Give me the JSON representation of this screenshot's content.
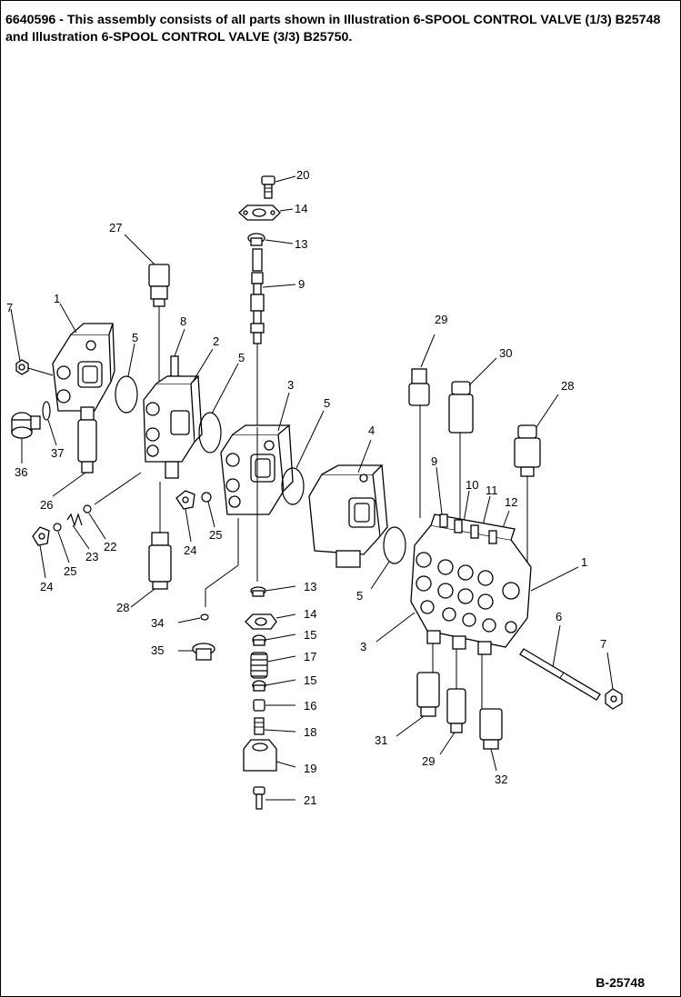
{
  "title": "6640596 - This assembly consists of all parts shown in Illustration 6-SPOOL CONTROL VALVE (1/3) B25748 and Illustration 6-SPOOL CONTROL VALVE (3/3) B25750.",
  "figure_ref": "B-25748",
  "callouts": {
    "c20": "20",
    "c14a": "14",
    "c13a": "13",
    "c9a": "9",
    "c27": "27",
    "c7a": "7",
    "c1a": "1",
    "c8": "8",
    "c5a": "5",
    "c2": "2",
    "c5b": "5",
    "c3a": "3",
    "c5c": "5",
    "c37": "37",
    "c36": "36",
    "c26": "26",
    "c4": "4",
    "c22": "22",
    "c23": "23",
    "c25a": "25",
    "c24a": "24",
    "c25b": "25",
    "c24b": "24",
    "c28a": "28",
    "c29a": "29",
    "c30": "30",
    "c28b": "28",
    "c9b": "9",
    "c10": "10",
    "c11": "11",
    "c12": "12",
    "c1b": "1",
    "c5d": "5",
    "c3b": "3",
    "c6": "6",
    "c7b": "7",
    "c13b": "13",
    "c34": "34",
    "c14b": "14",
    "c35": "35",
    "c15a": "15",
    "c17": "17",
    "c15b": "15",
    "c16": "16",
    "c18": "18",
    "c19": "19",
    "c21": "21",
    "c31": "31",
    "c29b": "29",
    "c32": "32"
  }
}
